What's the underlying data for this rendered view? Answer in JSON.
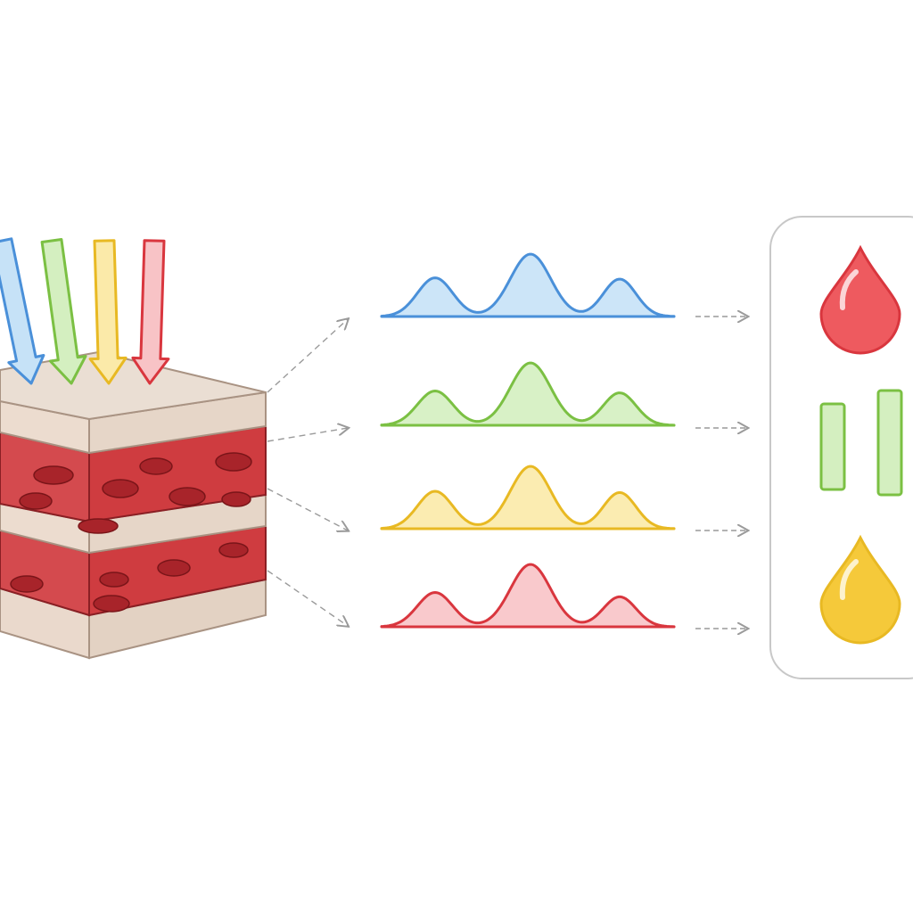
{
  "colors": {
    "background": "#ffffff",
    "blue": "#4a90d9",
    "blue_fill": "#c6e2f7",
    "green": "#7bc043",
    "green_fill": "#d4efc0",
    "yellow": "#e8b923",
    "yellow_fill": "#fbeaa9",
    "red": "#d9363e",
    "red_fill": "#f8c3c6",
    "connector": "#9a9a9a",
    "panel_border": "#c8c8c8",
    "tissue_top": "#eaded3",
    "tissue_layer": "#e6d6c8",
    "muscle": "#cf3c40",
    "muscle_dark": "#a8242a",
    "tissue_outline": "#a99383"
  },
  "light_beams": [
    {
      "name": "blue-beam",
      "color": "blue"
    },
    {
      "name": "green-beam",
      "color": "green"
    },
    {
      "name": "yellow-beam",
      "color": "yellow"
    },
    {
      "name": "red-beam",
      "color": "red"
    }
  ],
  "spectra": [
    {
      "name": "blue-spectrum",
      "color": "blue",
      "peaks": [
        0.62,
        1.0,
        0.6
      ]
    },
    {
      "name": "green-spectrum",
      "color": "green",
      "peaks": [
        0.55,
        1.0,
        0.52
      ]
    },
    {
      "name": "yellow-spectrum",
      "color": "yellow",
      "peaks": [
        0.6,
        1.0,
        0.58
      ]
    },
    {
      "name": "red-spectrum",
      "color": "red",
      "peaks": [
        0.55,
        1.0,
        0.48
      ]
    }
  ],
  "results_panel": {
    "items": [
      {
        "name": "blood-drop-icon",
        "kind": "drop",
        "color": "red"
      },
      {
        "name": "green-bars-icon",
        "kind": "bars",
        "color": "green"
      },
      {
        "name": "yellow-drop-icon",
        "kind": "drop",
        "color": "yellow"
      }
    ]
  }
}
